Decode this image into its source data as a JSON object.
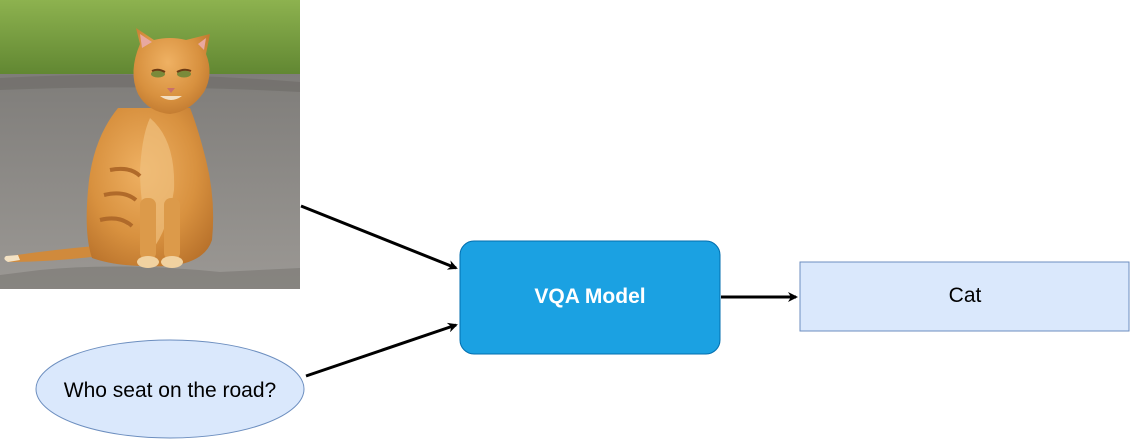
{
  "diagram": {
    "input_image": {
      "subject": "orange tabby cat sitting on asphalt road",
      "colors": {
        "grass": "#6f9a3a",
        "road": "#8a8784",
        "cat_fur": "#d8913f"
      }
    },
    "question": {
      "text": "Who seat on the road?",
      "fill": "#dae8fc",
      "stroke": "#6c8ebf"
    },
    "model": {
      "label": "VQA Model",
      "fill": "#1ba1e2",
      "stroke": "#006eaf",
      "text_color": "#ffffff"
    },
    "answer": {
      "text": "Cat",
      "fill": "#dae8fc",
      "stroke": "#6c8ebf"
    },
    "edge_color": "#000000"
  }
}
